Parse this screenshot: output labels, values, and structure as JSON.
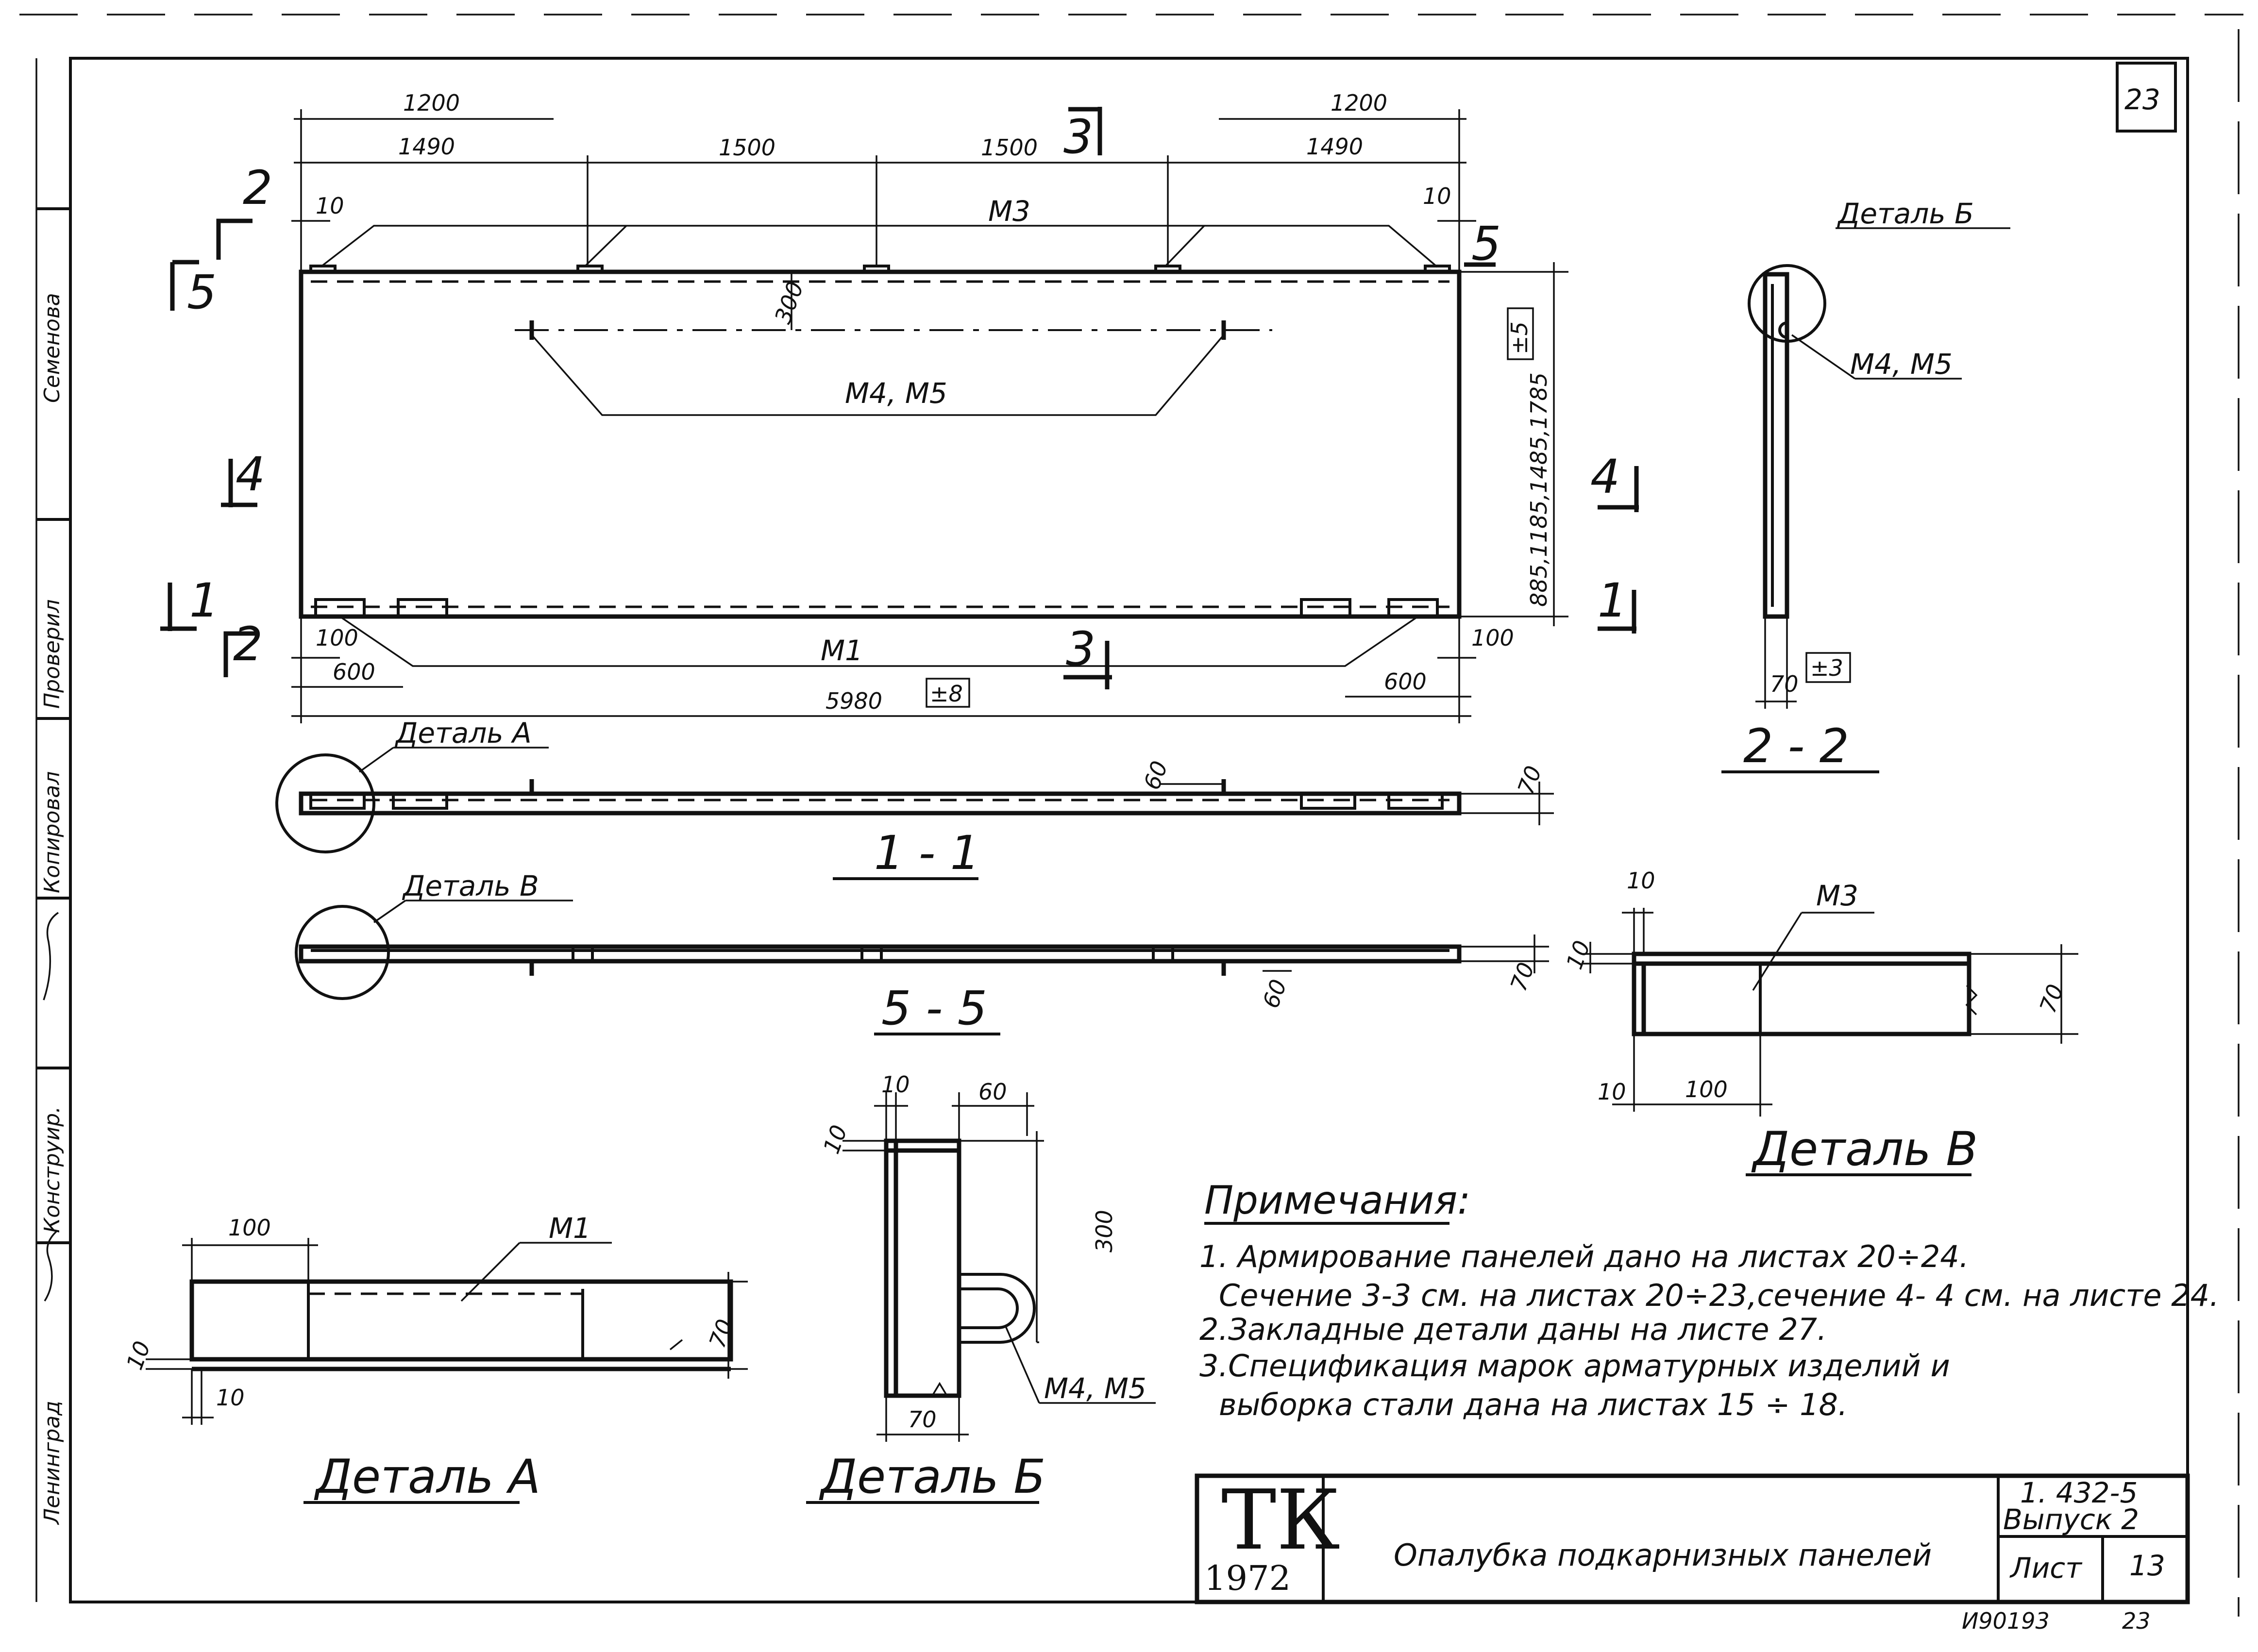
{
  "sheet": {
    "corner_number": "23",
    "bottom_code": "И90193",
    "bottom_page": "23",
    "side_stamps": [
      "Ленинград",
      "Конструир.",
      "Проверил",
      "Копировал",
      "Семенова"
    ]
  },
  "plan": {
    "dim_top_1200_left": "1200",
    "dim_top_1200_right": "1200",
    "dim_1490_left": "1490",
    "dim_1500_a": "1500",
    "dim_1500_b": "1500",
    "dim_1490_right": "1490",
    "dim_10_left": "10",
    "dim_10_right": "10",
    "dim_300": "300",
    "dim_100_left": "100",
    "dim_100_right": "100",
    "dim_600_left": "600",
    "dim_600_right": "600",
    "dim_total": "5980",
    "tol_total": "±8",
    "dim_height": "885,1185,1485,1785",
    "tol_height": "±5",
    "label_m3": "М3",
    "label_m4m5": "М4, М5",
    "label_m1": "М1",
    "cut_2_top": "2",
    "cut_2_bottom": "2",
    "cut_5_left": "5",
    "cut_5_right": "5",
    "cut_4_left": "4",
    "cut_4_right": "4",
    "cut_1_left": "1",
    "cut_1_right": "1",
    "cut_3_top": "3",
    "cut_3_bottom": "3"
  },
  "section_1_1": {
    "title": "1 - 1",
    "detail_label": "Деталь А",
    "dim_60": "60",
    "dim_70": "70"
  },
  "section_5_5": {
    "title": "5 - 5",
    "detail_label": "Деталь В",
    "dim_60": "60",
    "dim_70": "70"
  },
  "section_2_2": {
    "title": "2 - 2",
    "detail_label": "Деталь Б",
    "label_m4m5": "М4, М5",
    "dim_70": "70",
    "tol_70": "±3"
  },
  "detail_a": {
    "title": "Деталь А",
    "dim_100": "100",
    "label_m1": "М1",
    "dim_70": "70",
    "dim_10_a": "10",
    "dim_10_b": "10"
  },
  "detail_b": {
    "title": "Деталь Б",
    "dim_10": "10",
    "dim_60": "60",
    "dim_10_v": "10",
    "dim_300": "300",
    "dim_70": "70",
    "label_m4m5": "М4, М5"
  },
  "detail_v": {
    "title": "Деталь В",
    "dim_10_top": "10",
    "label_m3": "М3",
    "dim_10_left": "10",
    "dim_70": "70",
    "dim_10_bottom": "10",
    "dim_100": "100"
  },
  "notes": {
    "heading": "Примечания:",
    "line1": "1. Армирование  панелей дано на листах 20÷24.",
    "line2": "Сечение 3-3 см. на листах 20÷23,сечение 4- 4 см. на листе 24.",
    "line3": "2.Закладные детали даны на листе 27.",
    "line4": "3.Спецификация марок арматурных изделий и",
    "line5": "выборка стали дана на листах 15 ÷ 18."
  },
  "title_block": {
    "logo": "ТК",
    "year": "1972",
    "title": "Опалубка подкарнизных панелей",
    "series": "1. 432-5",
    "issue": "Выпуск 2",
    "sheet_label": "Лист",
    "sheet_number": "13"
  }
}
